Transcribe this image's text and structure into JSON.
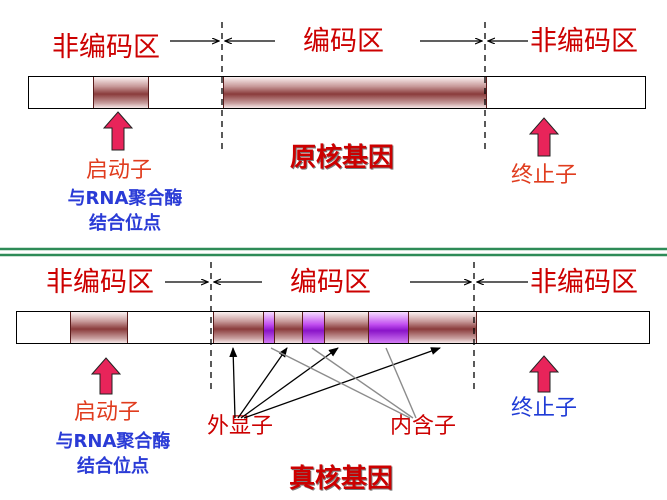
{
  "prokaryote": {
    "left_region": "非编码区",
    "coding_region": "编码区",
    "right_region": "非编码区",
    "promoter": "启动子",
    "rna_pol_line1": "与RNA聚合酶",
    "rna_pol_line2": "结合位点",
    "title": "原核基因",
    "terminator": "终止子"
  },
  "eukaryote": {
    "left_region": "非编码区",
    "coding_region": "编码区",
    "right_region": "非编码区",
    "promoter": "启动子",
    "rna_pol_line1": "与RNA聚合酶",
    "rna_pol_line2": "结合位点",
    "exon": "外显子",
    "intron": "内含子",
    "terminator": "终止子",
    "title": "真核基因"
  },
  "colors": {
    "label_red": "#cc0000",
    "label_blue": "#2a3bd6",
    "arrow_fill": "#e8245a",
    "exon": "#8a3b3b",
    "intron": "#8a14c8",
    "divider": "#2e8b57"
  }
}
